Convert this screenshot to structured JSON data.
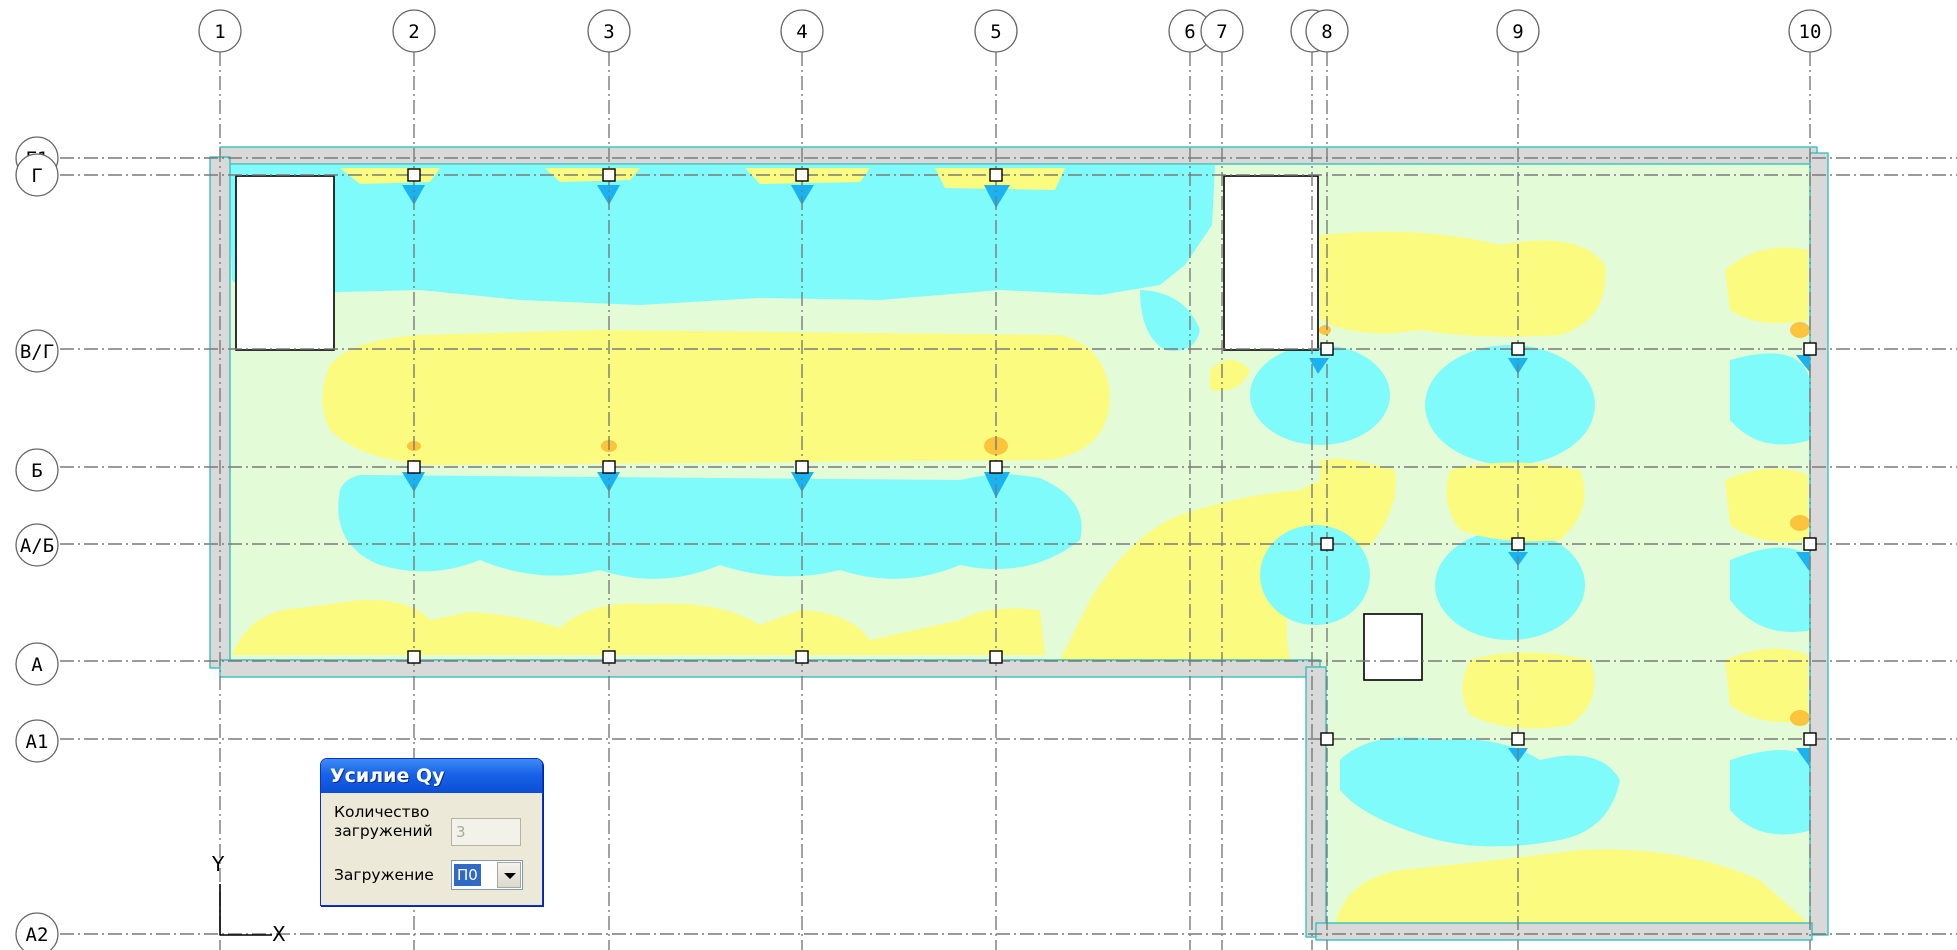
{
  "col_axes": [
    "1",
    "2",
    "3",
    "4",
    "5",
    "6",
    "7",
    "7",
    "8",
    "9",
    "10"
  ],
  "row_axes": [
    "Г1",
    "Г",
    "В/Г",
    "Б",
    "А/Б",
    "А",
    "А1",
    "А2"
  ],
  "coord_axes": {
    "y": "Y",
    "x": "X"
  },
  "dialog": {
    "title": "Усилие Qy",
    "count_label_1": "Количество",
    "count_label_2": "загружений",
    "count_value": "3",
    "load_label": "Загружение",
    "load_value": "П0"
  },
  "colors": {
    "pale_green": "#e4fbd8",
    "yellow": "#fbfb80",
    "cyan": "#80fbfb",
    "blue": "#1ab2f0",
    "orange": "#fbc43a",
    "wall": "#d9d9d9",
    "wall_outline": "#2cbcbc"
  }
}
